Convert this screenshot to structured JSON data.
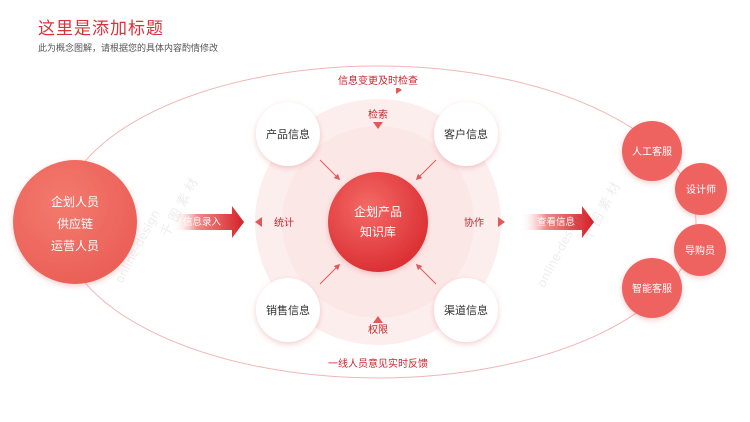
{
  "header": {
    "title": "这里是添加标题",
    "subtitle": "此为概念图解，请根据您的具体内容酌情修改"
  },
  "flow": {
    "top_label": "信息变更及时检查",
    "bottom_label": "一线人员意见实时反馈"
  },
  "left": {
    "lines": [
      "企划人员",
      "供应链",
      "运营人员"
    ],
    "arrow_label": "信息录入"
  },
  "center": {
    "core_lines": [
      "企划产品",
      "知识库"
    ],
    "satellites": {
      "top_left": "产品信息",
      "top_right": "客户信息",
      "bottom_left": "销售信息",
      "bottom_right": "渠道信息"
    },
    "edge_labels": {
      "top": "检索",
      "left": "统计",
      "right": "协作",
      "bottom": "权限"
    }
  },
  "right": {
    "arrow_label": "查看信息",
    "nodes": [
      "人工客服",
      "设计师",
      "导购员",
      "智能客服"
    ]
  },
  "watermark": {
    "cn_left": "千 图 素 材",
    "en_left": "online-design",
    "cn_right": "千 图 素 材",
    "en_right": "online-design"
  },
  "colors": {
    "accent": "#e84c4f",
    "accent_dark": "#d42027",
    "node_fill": "#ee6460",
    "text_red": "#c9252b"
  }
}
